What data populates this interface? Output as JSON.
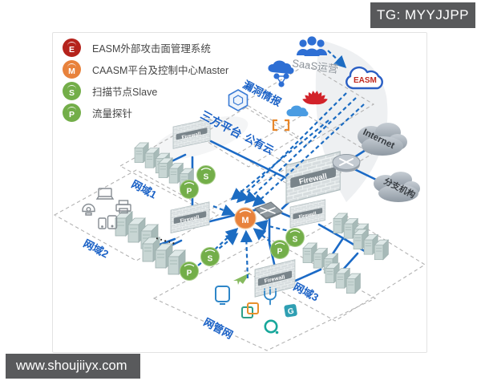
{
  "badges": {
    "tg": "TG: MYYJJPP",
    "site": "www.shoujiiyx.com"
  },
  "legend": {
    "items": [
      {
        "letter": "E",
        "label": "EASM外部攻击面管理系统",
        "color": "#b5231c"
      },
      {
        "letter": "M",
        "label": "CAASM平台及控制中心Master",
        "color": "#e8823c"
      },
      {
        "letter": "S",
        "label": "扫描节点Slave",
        "color": "#73ae49"
      },
      {
        "letter": "P",
        "label": "流量探针",
        "color": "#73ae49"
      }
    ]
  },
  "diagram": {
    "zones": {
      "zone1": "网域1",
      "zone2": "网域2",
      "zone3": "网域3",
      "mgmt": "网管网",
      "third_party": "三方平台",
      "public_cloud": "公有云",
      "vuln_intel": "漏洞情报",
      "saas": "SaaS运营"
    },
    "clouds": {
      "easm": "EASM",
      "internet": "Internet",
      "branch": "分支机构"
    },
    "firewall_label": "Firewall",
    "nodes": {
      "master": "M",
      "scanner": "S",
      "probe": "P"
    },
    "ellipsis": "·····",
    "g_icon_letter": "G",
    "colors": {
      "line_blue": "#1c6cc2",
      "master_orange": "#e8823c",
      "green": "#73ae49",
      "easm_red": "#b5231c",
      "badge_gray": "#58595b",
      "label_blue": "#1a61c6"
    },
    "icons": [
      "people-icon",
      "cloud-cluster-icon",
      "hexagon-icon",
      "huawei-logo-icon",
      "cloud-icon",
      "brackets-icon",
      "laptop-icon",
      "camera-icon",
      "printer-icon",
      "tablet-icon",
      "monitor-icon",
      "overlap-squares-icon",
      "trident-icon",
      "g-tile-icon",
      "ring-icon",
      "paper-plane-icon",
      "router-icon",
      "switch-icon",
      "firewall-icon",
      "server-rack-icon"
    ]
  }
}
